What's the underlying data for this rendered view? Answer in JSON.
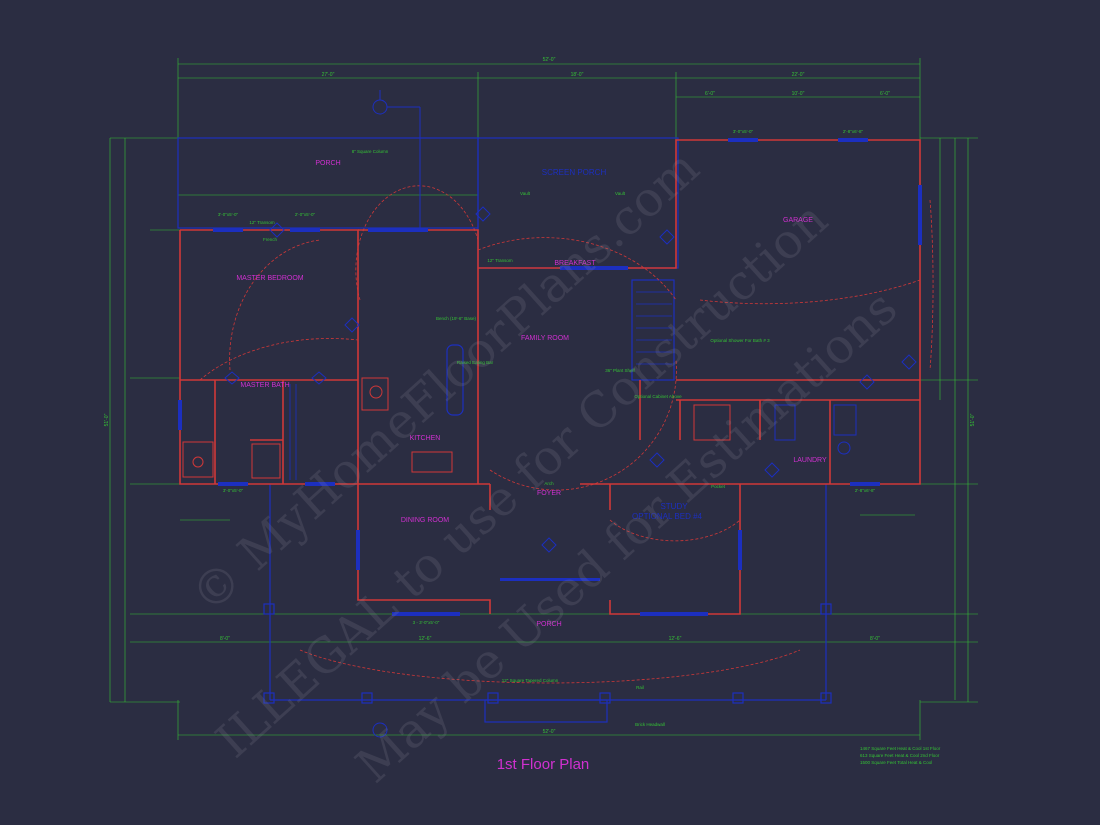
{
  "title": "1st Floor Plan",
  "colors": {
    "background": "#2b2d42",
    "dimension": "#35c235",
    "wall": "#d03838",
    "label": "#d030d0",
    "window": "#1c2fbf",
    "watermark": "#9a9aa8"
  },
  "overall_dims": {
    "top_total": "52'-0\"",
    "top_left": "27'-0\"",
    "top_mid": "18'-0\"",
    "top_right": "22'-0\"",
    "top_right_a": "6'-0\"",
    "top_right_b": "10'-0\"",
    "top_right_c": "6'-0\"",
    "bottom_total": "52'-0\"",
    "bottom_left": "8'-0\"",
    "bottom_mid": "12'-6\"",
    "bottom_right": "12'-6\"",
    "bottom_far_right": "8'-0\"",
    "left_total": "51'-0\"",
    "right_total": "51'-0\""
  },
  "rooms": {
    "screen_porch": "SCREEN PORCH",
    "study": "STUDY",
    "optional_bed": "OPTIONAL BED #4",
    "porch_top": "PORCH",
    "master_bedroom": "MASTER BEDROOM",
    "breakfast": "BREAKFAST",
    "garage": "GARAGE",
    "family_room": "FAMILY ROOM",
    "kitchen": "KITCHEN",
    "dining_room": "DINING ROOM",
    "foyer": "FOYER",
    "master_bath": "MASTER BATH",
    "laundry": "LAUNDRY",
    "porch_bottom": "PORCH"
  },
  "notes": {
    "square_column": "8\" Square Column",
    "tapered_column": "12\" Square Tapered Column",
    "vault_left": "Vault",
    "vault_right": "Vault",
    "transom_left": "12\" Transom",
    "transom_mid": "12\" Transom",
    "french": "French",
    "bench": "Bench (19'-6\" Base)",
    "raised_eating_bar": "Raised Eating Bar",
    "optional_shower": "Optional Shower For Bath # 3",
    "optional_cabinet": "Optional Cabinet Above",
    "plant_shelf": "36\" Plant Shelf",
    "arch": "Arch",
    "pocket": "Pocket",
    "brick_headwall": "Brick Headwall",
    "rail": "Rail"
  },
  "sqft": [
    "1467 Square Feet Heat & Cool 1st Floor",
    "613 Square Feet Heat & Cool 2nd Floor",
    "1500 Square Feet Total Heat & Cool"
  ],
  "window_tags": [
    "3'-0\"x5'-0\"",
    "2'-0\"x5'-0\"",
    "3'-0\"x5'-0\"",
    "2'-8\"x6'-8\"",
    "3'-0\"x5'-0\"",
    "2'-8\"x6'-8\"",
    "3 - 3'-0\"x5'-0\""
  ],
  "watermark": {
    "line1": "© MyHomeFloorPlans.com",
    "line2": "ILLEGAL to use for Construction",
    "line3": "May be Used for Estimations"
  }
}
